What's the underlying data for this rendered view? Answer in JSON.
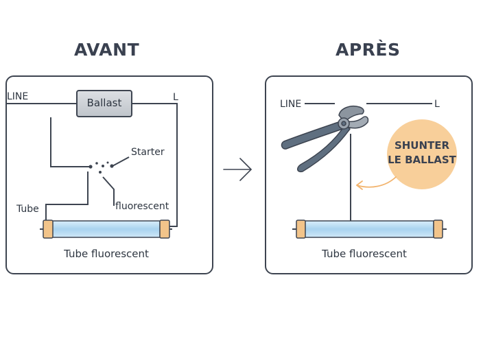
{
  "before": {
    "title": "AVANT",
    "line_label": "LINE",
    "l_label": "L",
    "ballast_label": "Ballast",
    "starter_label": "Starter",
    "tube_label": "Tube",
    "fluorescent_label": "fluorescent",
    "caption": "Tube fluorescent"
  },
  "after": {
    "title": "APRÈS",
    "line_label": "LINE",
    "l_label": "L",
    "badge_line1": "SHUNTER",
    "badge_line2": "LE BALLAST",
    "caption": "Tube fluorescent"
  },
  "icons": {
    "arrow": "arrow-right-icon",
    "tool": "wire-cutter-icon",
    "pointer": "curved-arrow-icon"
  },
  "colors": {
    "outline": "#3d4450",
    "tube_fill": "#b7dcf2",
    "tube_cap": "#f2c48a",
    "badge_fill": "#f8cf9a",
    "ballast_fill": "#cbcfd5",
    "tool_handle": "#5f6f80"
  }
}
